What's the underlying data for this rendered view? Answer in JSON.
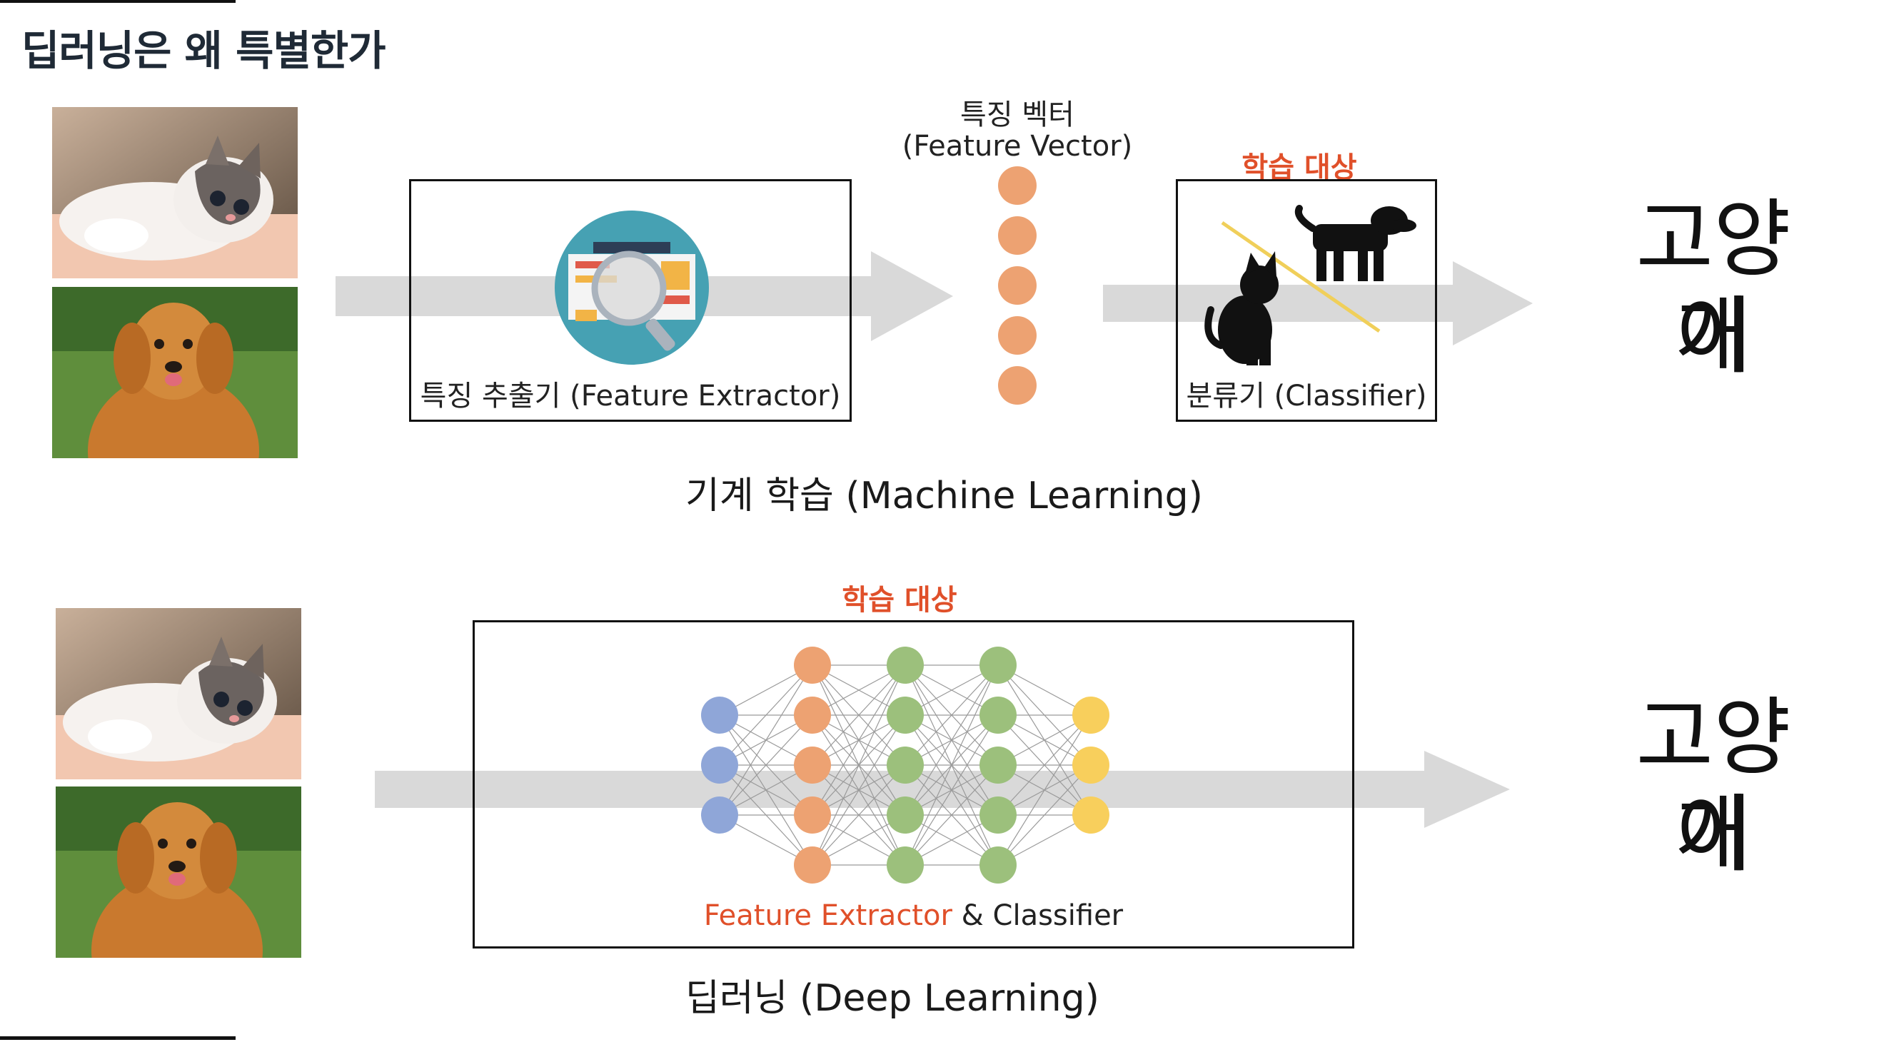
{
  "title": "딥러닝은 왜 특별한가",
  "ml": {
    "feature_vector_label": "특징 벡터",
    "feature_vector_sub": "(Feature Vector)",
    "train_target": "학습 대상",
    "extractor_label": "특징 추출기 (Feature Extractor)",
    "classifier_label": "분류기 (Classifier)",
    "caption": "기계 학습 (Machine Learning)",
    "out1": "고양이",
    "out2": "개"
  },
  "dl": {
    "train_target": "학습 대상",
    "box_label_red": "Feature Extractor",
    "box_label_black": " & Classifier",
    "caption": "딥러닝 (Deep Learning)",
    "out1": "고양이",
    "out2": "개"
  },
  "icons": {
    "extractor": "magnifier-on-document-icon",
    "cat": "cat-silhouette-icon",
    "dog": "dog-silhouette-icon",
    "cat_photo": "kitten-photo",
    "dog_photo": "golden-retriever-photo"
  },
  "colors": {
    "arrow": "#d9d9d9",
    "highlight": "#e0502a",
    "orange_node": "#eda272",
    "blue_node": "#8fa6d8",
    "green_node": "#9cc07c",
    "yellow_node": "#f8cf5c"
  },
  "network": {
    "layers": [
      3,
      5,
      5,
      5,
      3
    ]
  }
}
